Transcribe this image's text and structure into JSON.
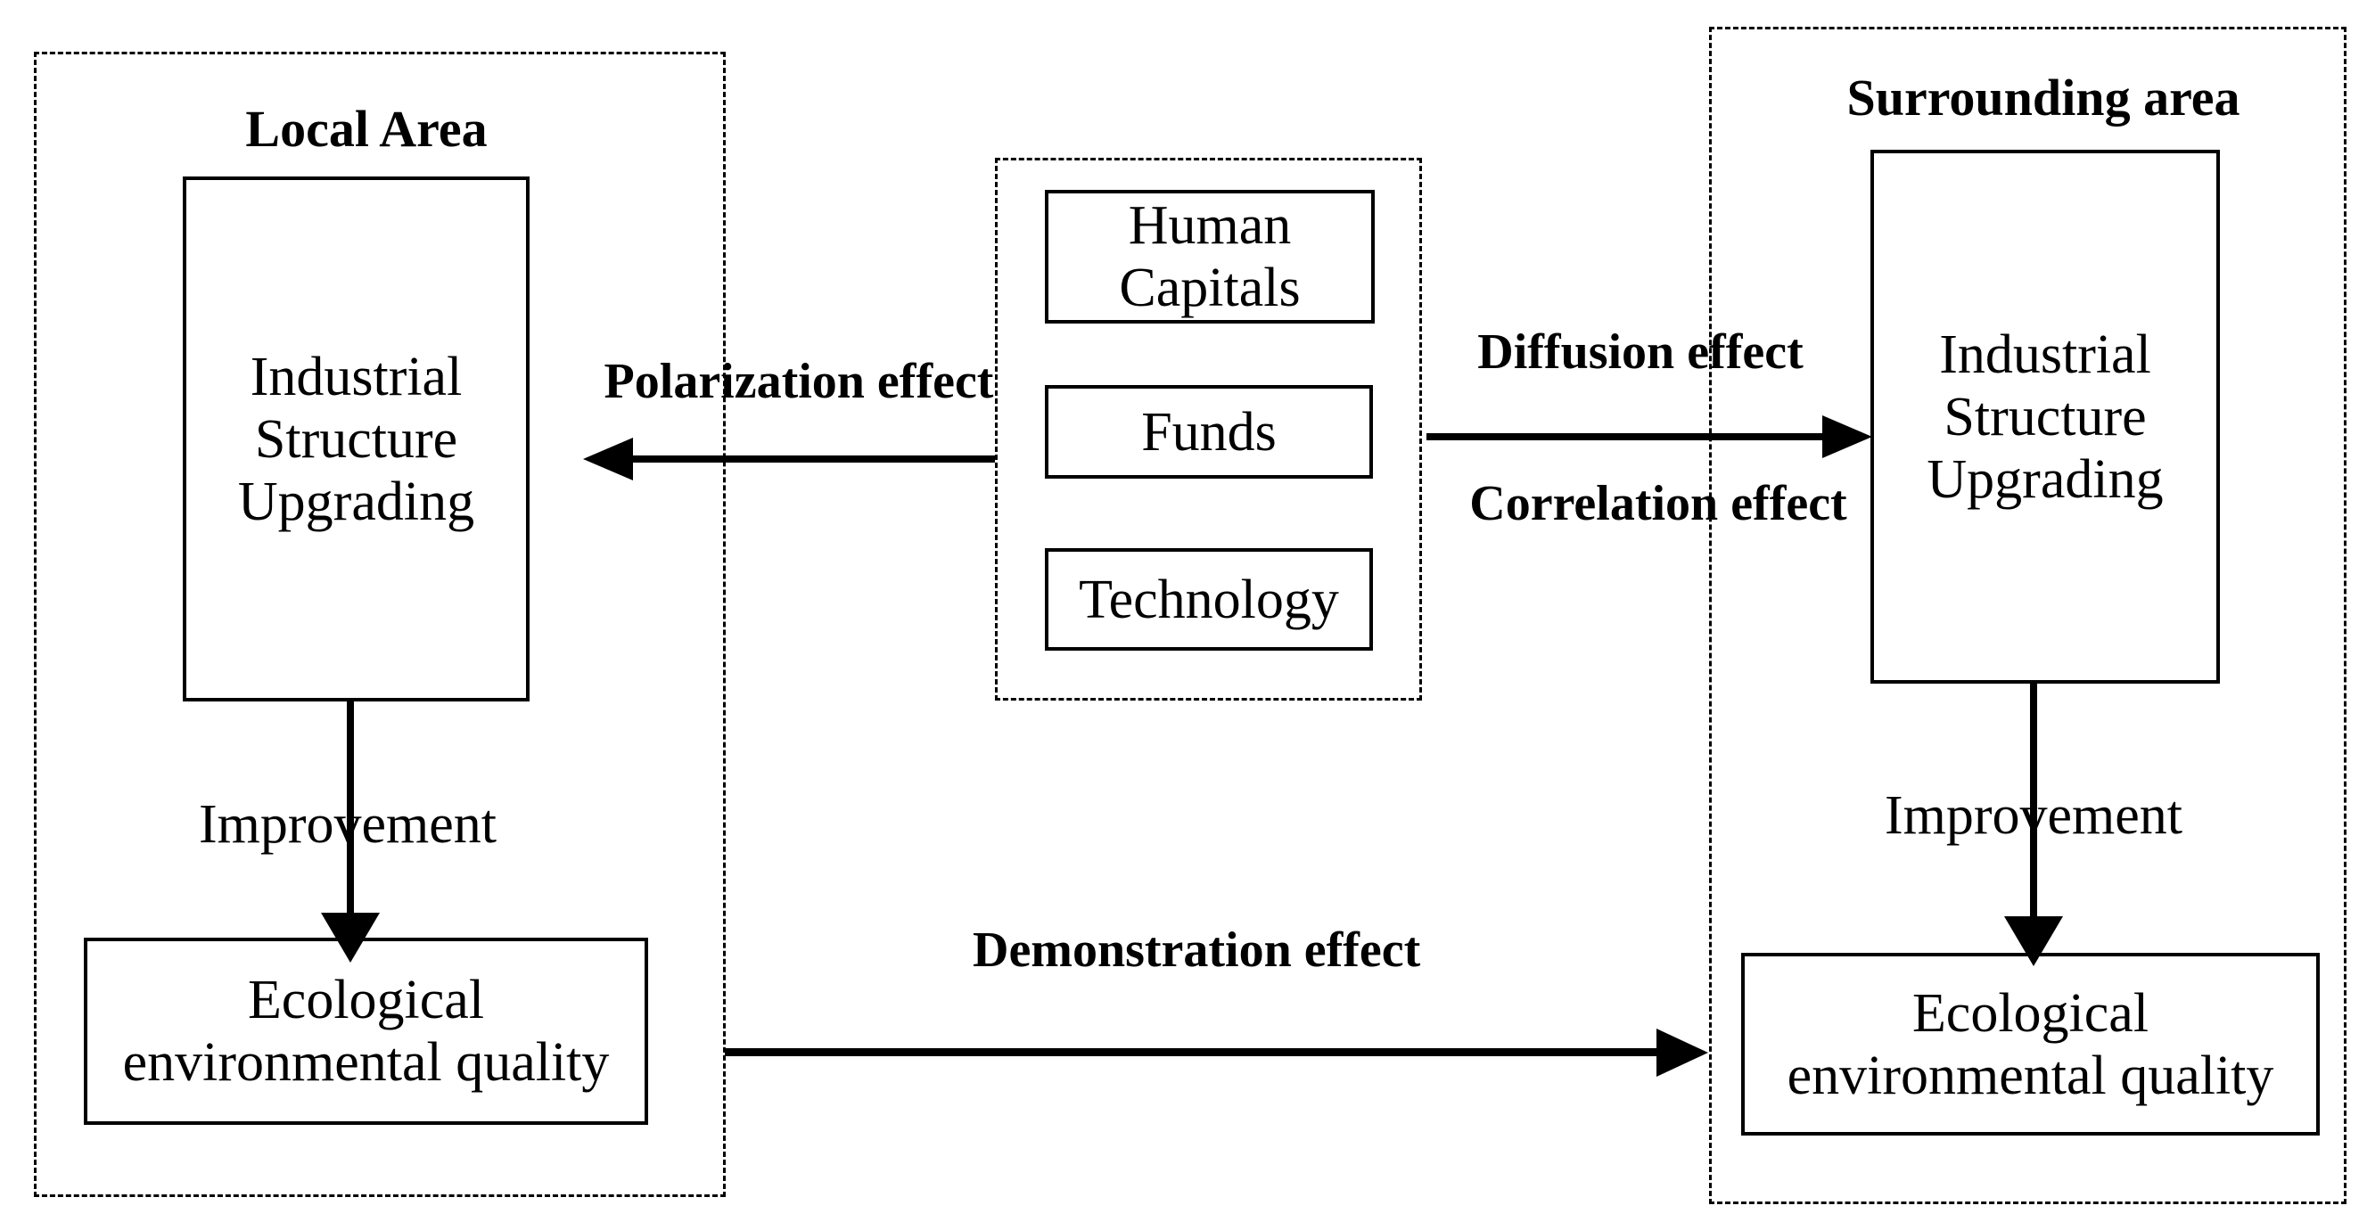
{
  "local": {
    "title": "Local Area",
    "industry": [
      "Industrial",
      "Structure",
      "Upgrading"
    ],
    "improvement": "Improvement",
    "ecology": [
      "Ecological",
      "environmental quality"
    ]
  },
  "inputs": {
    "human": [
      "Human",
      "Capitals"
    ],
    "funds": "Funds",
    "technology": "Technology"
  },
  "effects": {
    "polarization": "Polarization effect",
    "diffusion": "Diffusion effect",
    "correlation": "Correlation effect",
    "demonstration": "Demonstration effect"
  },
  "surrounding": {
    "title": "Surrounding area",
    "industry": [
      "Industrial",
      "Structure",
      "Upgrading"
    ],
    "improvement": "Improvement",
    "ecology": [
      "Ecological",
      "environmental quality"
    ]
  },
  "colors": {
    "ink": "#000000",
    "background": "#ffffff"
  }
}
